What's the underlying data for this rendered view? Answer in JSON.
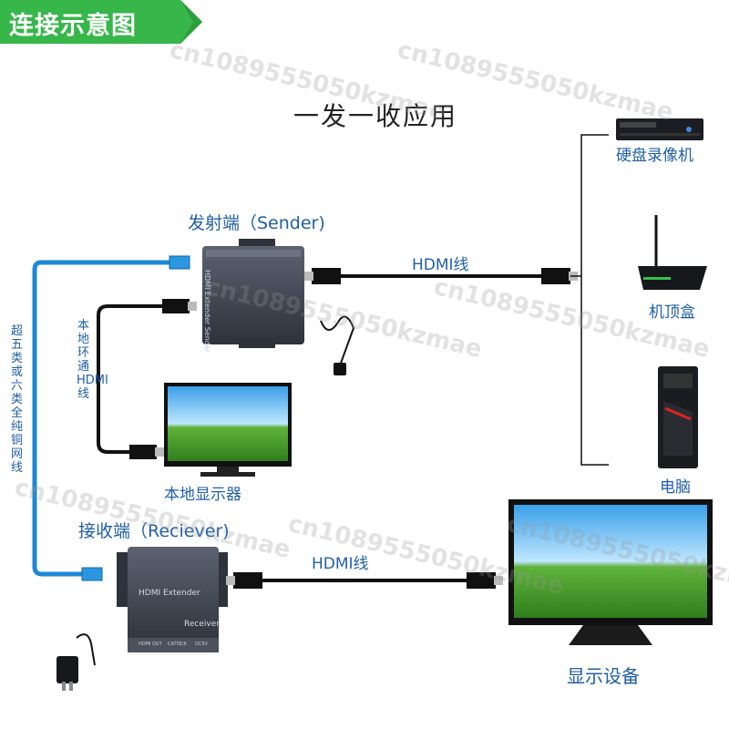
{
  "banner": {
    "title": "连接示意图"
  },
  "main": {
    "title": "一发一收应用"
  },
  "sender": {
    "label": "发射端（Sender)",
    "device_text": "HDMI Extender Sender"
  },
  "receiver": {
    "label": "接收端（Reciever)",
    "device_text": "HDMI Extender",
    "device_sub": "Receiver",
    "port_labels": [
      "HDMI OUT",
      "CAT5E/6",
      "DC5V"
    ]
  },
  "cables": {
    "hdmi_top": "HDMI线",
    "hdmi_bottom": "HDMI线",
    "local_hdmi": "本地环通HDMI线",
    "network": "超五类或六类全纯铜网线"
  },
  "devices": {
    "dvr": "硬盘录像机",
    "stb": "机顶盒",
    "pc": "电脑",
    "local_monitor": "本地显示器",
    "display": "显示设备"
  },
  "watermark": "cn1089555050kzmae",
  "colors": {
    "banner": "#37b64a",
    "label": "#1f5fa8",
    "cable": "#1e88d6",
    "device": "#3a3f4a"
  }
}
